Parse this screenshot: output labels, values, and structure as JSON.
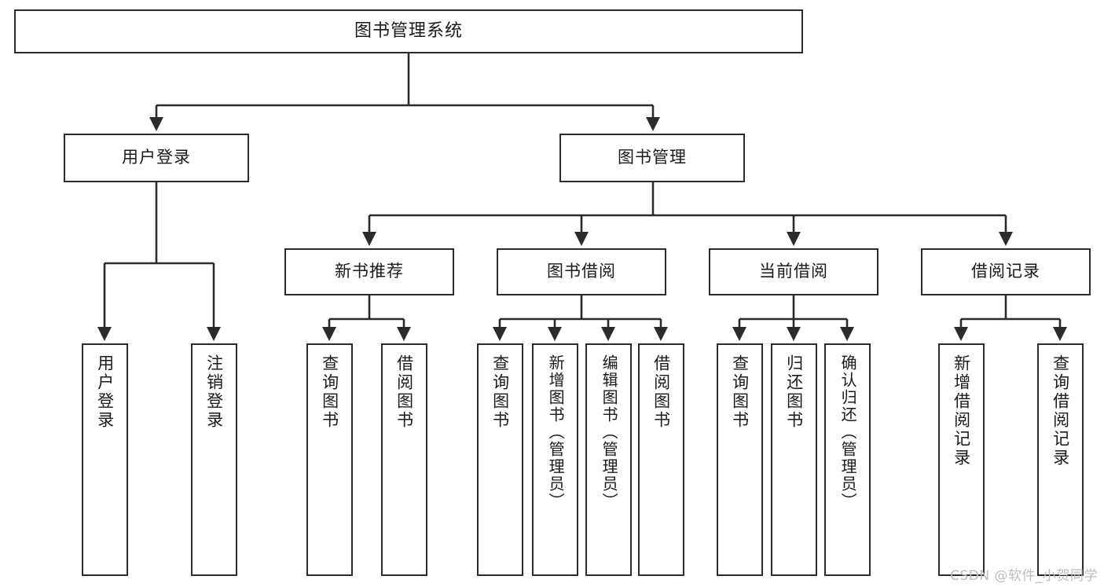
{
  "diagram": {
    "type": "tree",
    "title": "图书管理系统",
    "orientation": "top-down",
    "colors": {
      "box_border": "#2b2b2b",
      "box_fill": "#ffffff",
      "edge": "#2b2b2b",
      "text": "#1a1a1a",
      "watermark": "#bdbdbd"
    },
    "watermark": "CSDN @软件_小贺同学",
    "nodes": {
      "root": {
        "label": "图书管理系统"
      },
      "level2": [
        {
          "label": "用户登录"
        },
        {
          "label": "图书管理"
        }
      ],
      "level3": [
        {
          "label": "新书推荐"
        },
        {
          "label": "图书借阅"
        },
        {
          "label": "当前借阅"
        },
        {
          "label": "借阅记录"
        }
      ],
      "leaves": {
        "user_login": [
          {
            "label": "用户登录"
          },
          {
            "label": "注销登录"
          }
        ],
        "new_book_recommend": [
          {
            "label": "查询图书"
          },
          {
            "label": "借阅图书"
          }
        ],
        "book_borrow": [
          {
            "label": "查询图书"
          },
          {
            "label": "新增图书（管理员）"
          },
          {
            "label": "编辑图书（管理员）"
          },
          {
            "label": "借阅图书"
          }
        ],
        "current_borrow": [
          {
            "label": "查询图书"
          },
          {
            "label": "归还图书"
          },
          {
            "label": "确认归还（管理员）"
          }
        ],
        "borrow_record": [
          {
            "label": "新增借阅记录"
          },
          {
            "label": "查询借阅记录"
          }
        ]
      }
    }
  }
}
